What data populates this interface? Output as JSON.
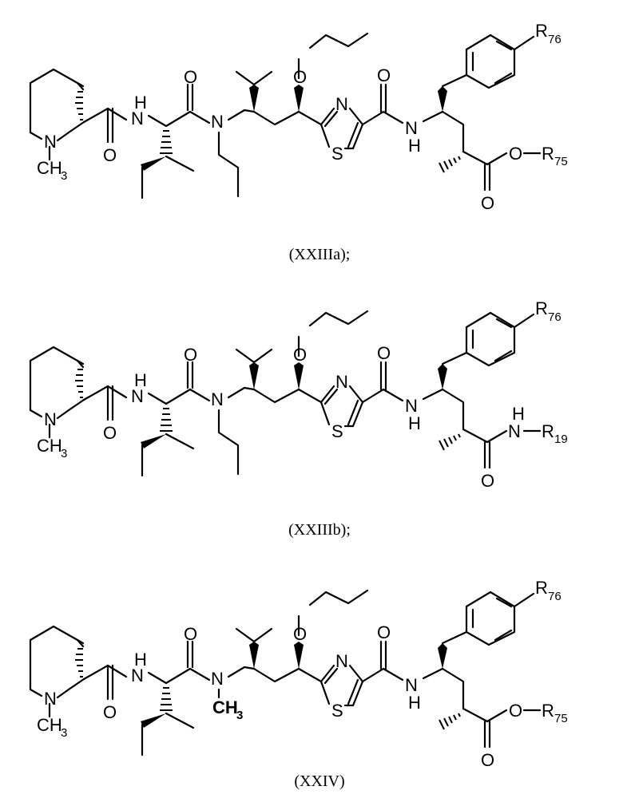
{
  "structures": [
    {
      "id": "XXIIIa",
      "caption": "(XXIIIa);",
      "terminal": "ester",
      "n_substituent": "propyl",
      "labels": {
        "n_ring": "N",
        "ch3": "CH",
        "ch3_sub": "3",
        "amide_o1": "O",
        "nh1_h": "H",
        "nh1_n": "N",
        "amide_o2": "O",
        "n_main": "N",
        "ether_o": "O",
        "thiazole_n": "N",
        "thiazole_s": "S",
        "amide_o3": "O",
        "nh2_n": "N",
        "nh2_h": "H",
        "r_top": "R",
        "r_top_sub": "76",
        "term_o_carbonyl": "O",
        "term_o_link": "O",
        "term_r": "R",
        "term_r_sub": "75"
      }
    },
    {
      "id": "XXIIIb",
      "caption": "(XXIIIb);",
      "terminal": "amide",
      "n_substituent": "propyl",
      "labels": {
        "n_ring": "N",
        "ch3": "CH",
        "ch3_sub": "3",
        "amide_o1": "O",
        "nh1_h": "H",
        "nh1_n": "N",
        "amide_o2": "O",
        "n_main": "N",
        "ether_o": "O",
        "thiazole_n": "N",
        "thiazole_s": "S",
        "amide_o3": "O",
        "nh2_n": "N",
        "nh2_h": "H",
        "r_top": "R",
        "r_top_sub": "76",
        "term_o_carbonyl": "O",
        "term_nh_h": "H",
        "term_nh_n": "N",
        "term_r": "R",
        "term_r_sub": "19"
      }
    },
    {
      "id": "XXIV",
      "caption": "(XXIV)",
      "terminal": "ester",
      "n_substituent": "methyl",
      "labels": {
        "n_ring": "N",
        "ch3": "CH",
        "ch3_sub": "3",
        "amide_o1": "O",
        "nh1_h": "H",
        "nh1_n": "N",
        "amide_o2": "O",
        "n_main": "N",
        "n_methyl": "CH",
        "n_methyl_sub": "3",
        "ether_o": "O",
        "thiazole_n": "N",
        "thiazole_s": "S",
        "amide_o3": "O",
        "nh2_n": "N",
        "nh2_h": "H",
        "r_top": "R",
        "r_top_sub": "76",
        "term_o_carbonyl": "O",
        "term_o_link": "O",
        "term_r": "R",
        "term_r_sub": "75"
      }
    }
  ]
}
